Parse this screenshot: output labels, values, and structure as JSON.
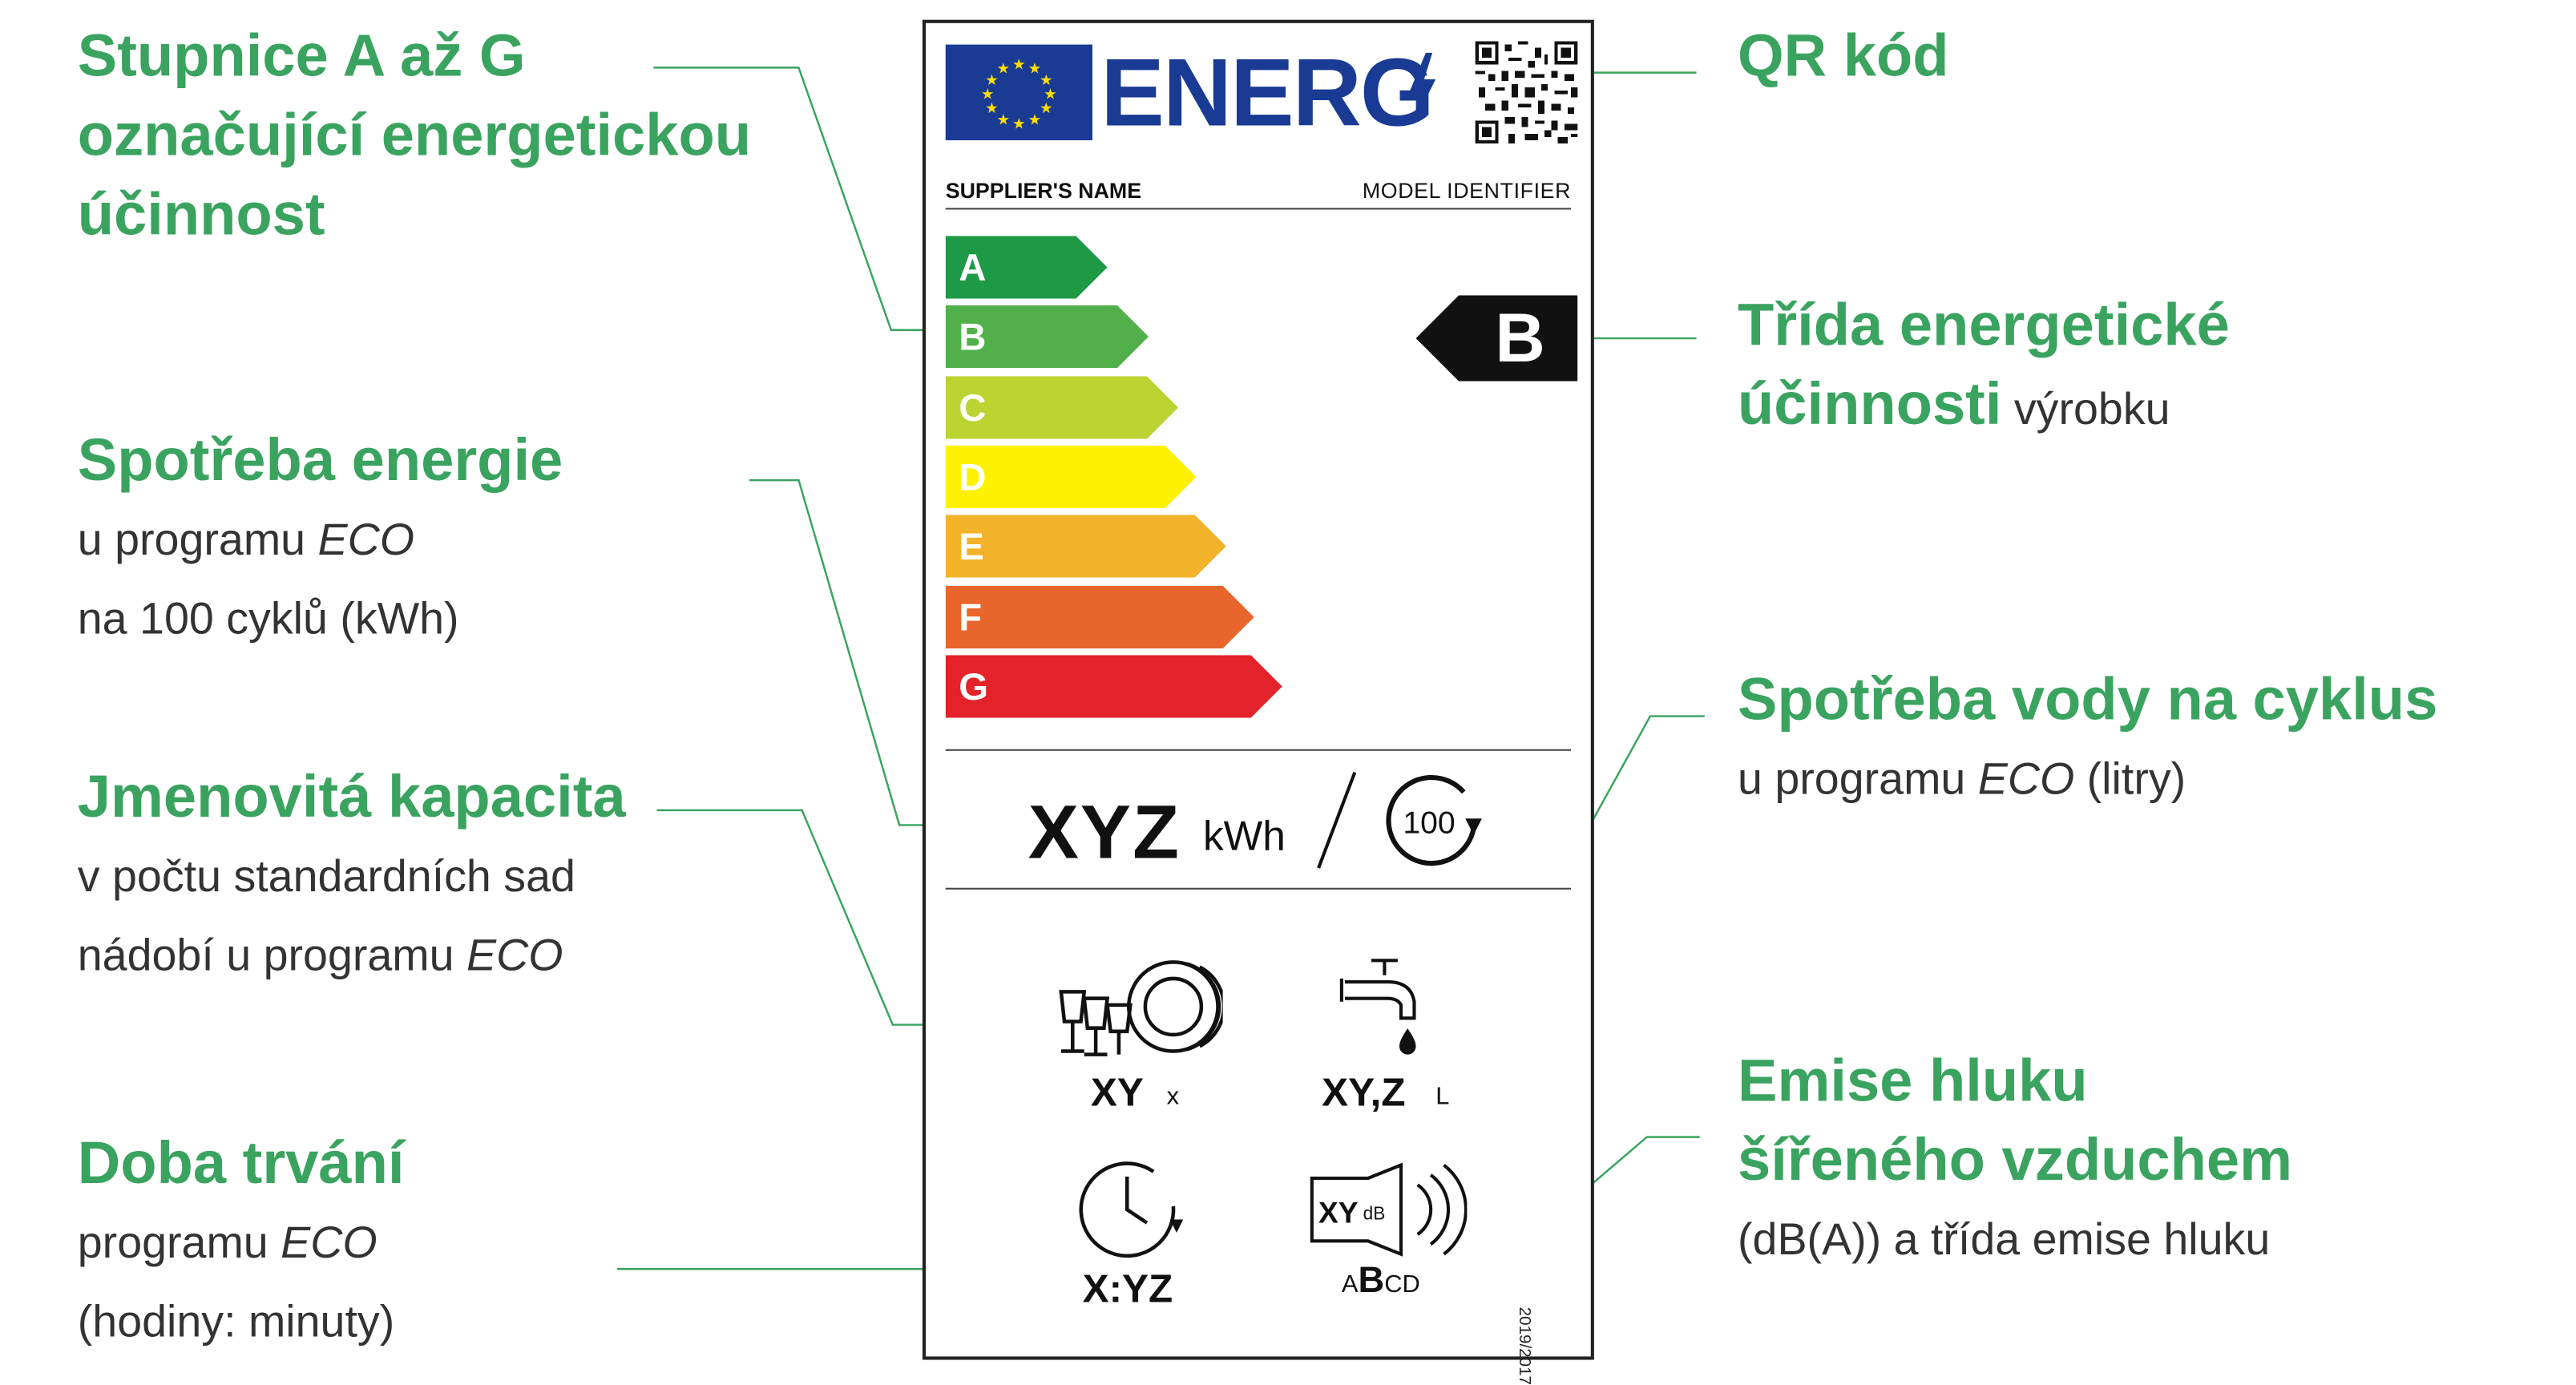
{
  "callouts": {
    "scale": {
      "heading_lines": [
        "Stupnice A až G",
        "označující energetickou",
        "účinnost"
      ]
    },
    "energy": {
      "heading": "Spotřeba energie",
      "line1_text": "u programu ",
      "line1_em": "ECO",
      "line2": "na 100 cyklů (kWh)"
    },
    "capacity": {
      "heading": "Jmenovitá kapacita",
      "line1": "v počtu standardních sad",
      "line2_text": "nádobí u programu ",
      "line2_em": "ECO"
    },
    "duration": {
      "heading": "Doba trvání",
      "line1_text": "programu ",
      "line1_em": "ECO",
      "line2": "(hodiny: minuty)"
    },
    "qr": {
      "heading": "QR kód"
    },
    "class": {
      "heading1": "Třída energetické",
      "heading2": "účinnosti",
      "suffix": " výrobku"
    },
    "water": {
      "heading": "Spotřeba vody na cyklus",
      "line1_text": "u programu ",
      "line1_em": "ECO",
      "line1_tail": " (litry)"
    },
    "noise": {
      "heading1": "Emise hluku",
      "heading2": "šířeného vzduchem",
      "line1": "(dB(A)) a třída emise hluku"
    }
  },
  "label": {
    "energ_text": "ENERG",
    "supplier": "SUPPLIER'S NAME",
    "model": "MODEL IDENTIFIER",
    "scale": [
      {
        "letter": "A",
        "color": "#1e9a47"
      },
      {
        "letter": "B",
        "color": "#52b04a"
      },
      {
        "letter": "C",
        "color": "#bbd432"
      },
      {
        "letter": "D",
        "color": "#fff200"
      },
      {
        "letter": "E",
        "color": "#f2b229"
      },
      {
        "letter": "F",
        "color": "#e8662b"
      },
      {
        "letter": "G",
        "color": "#e3222a"
      }
    ],
    "current_class": "B",
    "energy_value": "XYZ",
    "energy_unit": "kWh",
    "cycles": "100",
    "capacity_value": "XY",
    "capacity_unit": "x",
    "water_value": "XY,Z",
    "water_unit": "L",
    "duration_value": "X:YZ",
    "noise_value": "XY",
    "noise_unit": "dB",
    "noise_classes": {
      "a": "A",
      "b": "B",
      "c": "CD"
    },
    "regulation": "2019/2017"
  },
  "colors": {
    "accent": "#3aa35f",
    "eu_blue": "#1a3b93",
    "text": "#333333"
  },
  "icons": [
    "eu-flag-icon",
    "lightning-icon",
    "qr-code-icon",
    "cycles-icon",
    "dishes-icon",
    "tap-icon",
    "clock-icon",
    "speaker-icon"
  ]
}
